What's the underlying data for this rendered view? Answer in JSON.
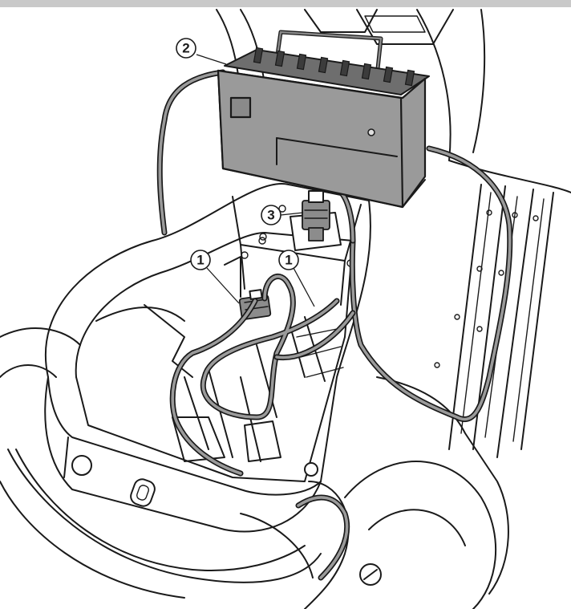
{
  "callouts": [
    {
      "number": "2",
      "target": "charger"
    },
    {
      "number": "3",
      "target": "charger-connector"
    },
    {
      "number": "1",
      "target": "battery-connector-left"
    },
    {
      "number": "1",
      "target": "battery-connector-right"
    }
  ],
  "colors": {
    "charger_body": "#9a9a9a",
    "line": "#1a1a1a",
    "background": "#ffffff",
    "top_bar": "#c9c9c9"
  }
}
